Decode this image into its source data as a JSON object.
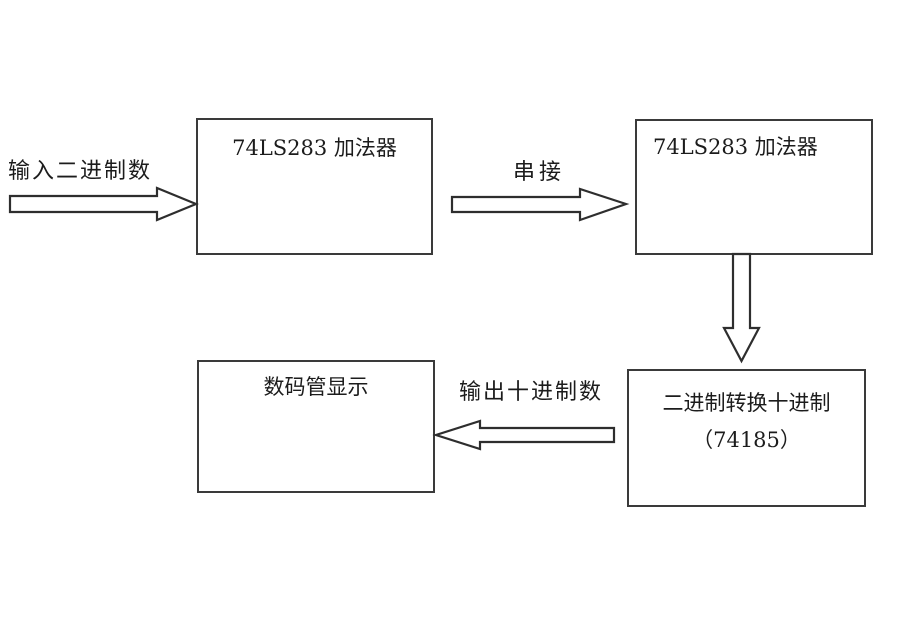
{
  "diagram": {
    "type": "flowchart",
    "background": "#ffffff",
    "boxes": [
      {
        "id": "adder1",
        "label": "74LS283 加法器"
      },
      {
        "id": "adder2",
        "label": "74LS283 加法器"
      },
      {
        "id": "converter",
        "line1": "二进制转换十进制",
        "line2": "（74185）"
      },
      {
        "id": "display",
        "label": "数码管显示"
      }
    ],
    "labels": {
      "input": "输入二进制数",
      "cascade": "串接",
      "output": "输出十进制数"
    },
    "edges": [
      {
        "from": "external",
        "to": "adder1",
        "label": "输入二进制数",
        "direction": "right"
      },
      {
        "from": "adder1",
        "to": "adder2",
        "label": "串接",
        "direction": "right"
      },
      {
        "from": "adder2",
        "to": "converter",
        "label": "",
        "direction": "down"
      },
      {
        "from": "converter",
        "to": "display",
        "label": "输出十进制数",
        "direction": "left"
      }
    ],
    "colors": {
      "background": "#ffffff",
      "box_border": "#3a3a3a",
      "arrow_outline": "#2e2e2e",
      "text": "#1c1c1c"
    }
  }
}
